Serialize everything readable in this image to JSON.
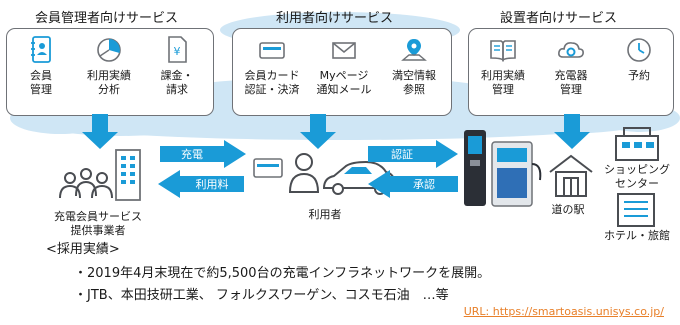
{
  "groups": [
    {
      "title": "会員管理者向けサービス",
      "items": [
        {
          "label": "会員\n管理",
          "icon": "member-book-icon"
        },
        {
          "label": "利用実績\n分析",
          "icon": "pie-chart-icon"
        },
        {
          "label": "課金・\n請求",
          "icon": "yen-document-icon"
        }
      ]
    },
    {
      "title": "利用者向けサービス",
      "items": [
        {
          "label": "会員カード\n認証・決済",
          "icon": "card-icon"
        },
        {
          "label": "Myページ\n通知メール",
          "icon": "envelope-icon"
        },
        {
          "label": "満空情報\n参照",
          "icon": "map-pin-icon"
        }
      ]
    },
    {
      "title": "設置者向けサービス",
      "items": [
        {
          "label": "利用実績\n管理",
          "icon": "book-icon"
        },
        {
          "label": "充電器\n管理",
          "icon": "cloud-gear-icon"
        },
        {
          "label": "予約",
          "icon": "clock-icon"
        }
      ]
    }
  ],
  "flows": {
    "charging": "充電",
    "fee": "利用料",
    "authentication": "認証",
    "approval": "承認"
  },
  "actors": {
    "provider": "充電会員サービス\n提供事業者",
    "user": "利用者",
    "michi_no_eki": "道の駅",
    "shopping_center": "ショッピング\nセンター",
    "hotel": "ホテル・旅館"
  },
  "record": {
    "heading": "<採用実績>",
    "bullets": [
      "・2019年4月末現在で約5,500台の充電インフラネットワークを展開。",
      "・JTB、本田技研工業、 フォルクスワーゲン、コスモ石油　…等"
    ]
  },
  "url": "URL: https://smartoasis.unisys.co.jp/",
  "colors": {
    "accent": "#1a9bd7",
    "cloud": "#cfe6f5",
    "icon_gray": "#6f7277",
    "url": "#e8802a"
  }
}
